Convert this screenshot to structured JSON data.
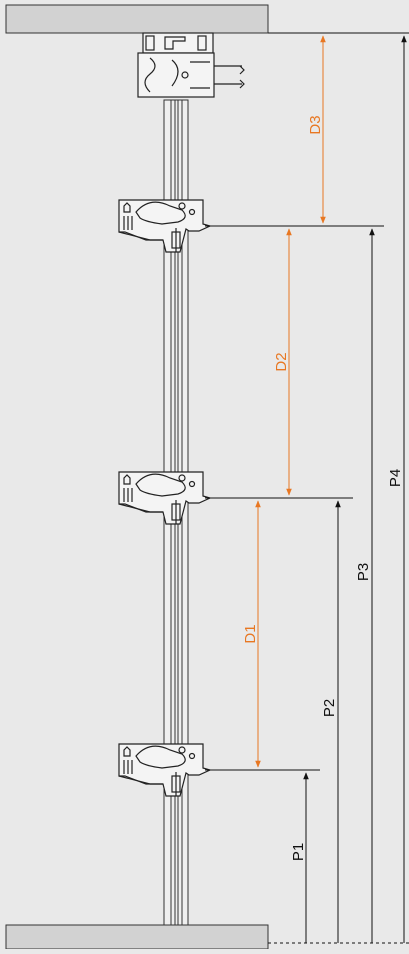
{
  "dimensions": {
    "orange": [
      "D1",
      "D2",
      "D3"
    ],
    "black": [
      "P1",
      "P2",
      "P3",
      "P4"
    ]
  },
  "colors": {
    "background": "#e9e9e9",
    "orange": "#e87722",
    "line": "#111111",
    "panel": "#d2d2d2",
    "part_fill": "#f4f4f4"
  }
}
